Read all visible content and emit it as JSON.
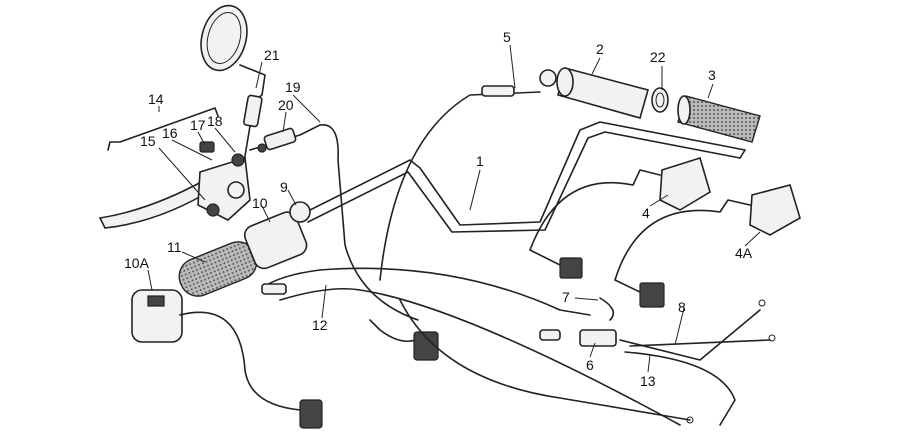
{
  "diagram": {
    "callouts": [
      {
        "id": "c1",
        "text": "1"
      },
      {
        "id": "c2",
        "text": "2"
      },
      {
        "id": "c3",
        "text": "3"
      },
      {
        "id": "c4",
        "text": "4"
      },
      {
        "id": "c4a",
        "text": "4A"
      },
      {
        "id": "c5",
        "text": "5"
      },
      {
        "id": "c6",
        "text": "6"
      },
      {
        "id": "c7",
        "text": "7"
      },
      {
        "id": "c8",
        "text": "8"
      },
      {
        "id": "c9",
        "text": "9"
      },
      {
        "id": "c10",
        "text": "10"
      },
      {
        "id": "c10a",
        "text": "10A"
      },
      {
        "id": "c11",
        "text": "11"
      },
      {
        "id": "c12",
        "text": "12"
      },
      {
        "id": "c13",
        "text": "13"
      },
      {
        "id": "c14",
        "text": "14"
      },
      {
        "id": "c15",
        "text": "15"
      },
      {
        "id": "c16",
        "text": "16"
      },
      {
        "id": "c17",
        "text": "17"
      },
      {
        "id": "c18",
        "text": "18"
      },
      {
        "id": "c19",
        "text": "19"
      },
      {
        "id": "c20",
        "text": "20"
      },
      {
        "id": "c21",
        "text": "21"
      },
      {
        "id": "c22",
        "text": "22"
      }
    ]
  }
}
